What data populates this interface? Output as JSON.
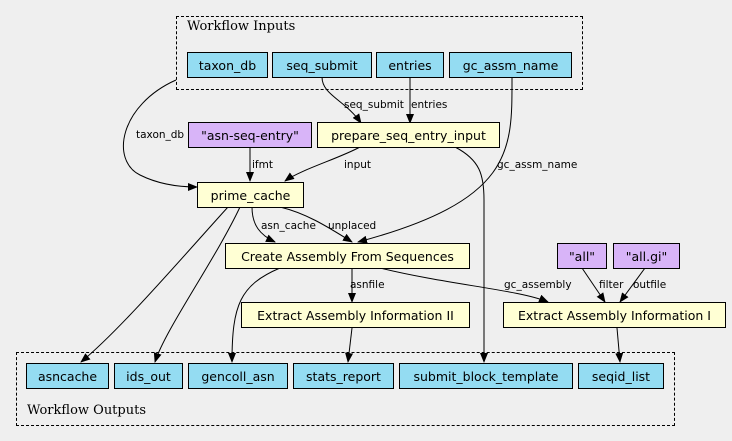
{
  "clusters": {
    "inputs_title": "Workflow Inputs",
    "outputs_title": "Workflow Outputs"
  },
  "nodes": {
    "taxon_db": "taxon_db",
    "seq_submit": "seq_submit",
    "entries": "entries",
    "gc_assm_name": "gc_assm_name",
    "asn_seq_entry": "\"asn-seq-entry\"",
    "prepare_seq_entry_input": "prepare_seq_entry_input",
    "prime_cache": "prime_cache",
    "create_assembly": "Create Assembly From Sequences",
    "all": "\"all\"",
    "all_gi": "\"all.gi\"",
    "extract_ii": "Extract Assembly Information II",
    "extract_i": "Extract Assembly Information I",
    "asncache": "asncache",
    "ids_out": "ids_out",
    "gencoll_asn": "gencoll_asn",
    "stats_report": "stats_report",
    "submit_block_template": "submit_block_template",
    "seqid_list": "seqid_list"
  },
  "edge_labels": {
    "taxon_db": "taxon_db",
    "seq_submit": "seq_submit",
    "entries": "entries",
    "input": "input",
    "ifmt": "ifmt",
    "gc_assm_name": "gc_assm_name",
    "asn_cache": "asn_cache",
    "unplaced": "unplaced",
    "asnfile": "asnfile",
    "gc_assembly": "gc_assembly",
    "filter": "filter",
    "outfile": "outfile"
  },
  "colors": {
    "io_node": "#94dcf2",
    "step_node": "#ffffd4",
    "literal_node": "#d8b4f8",
    "background": "#efefef"
  }
}
